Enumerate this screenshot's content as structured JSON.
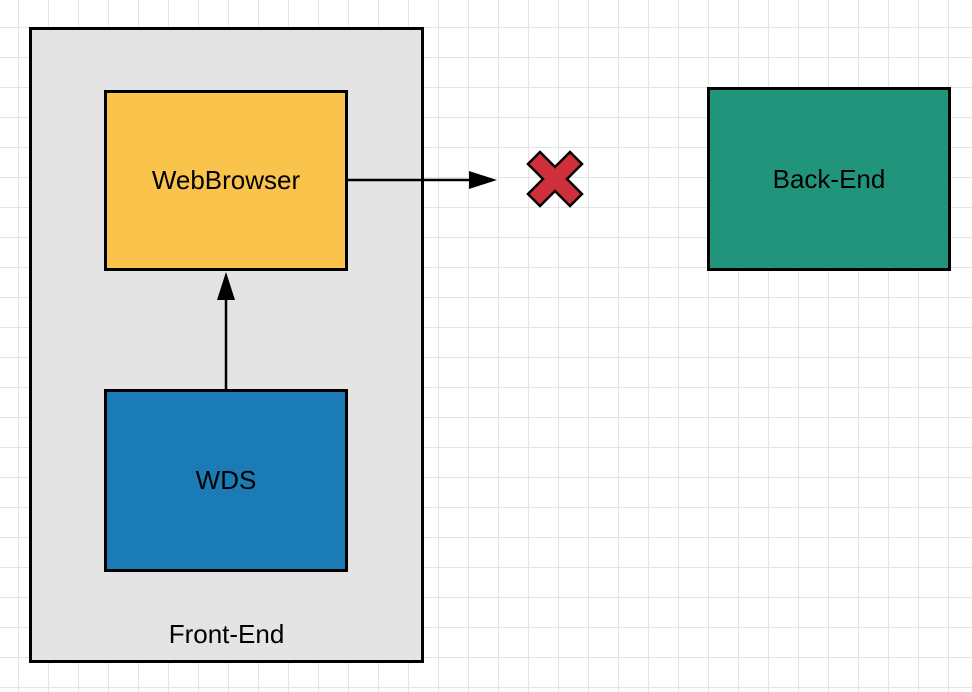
{
  "diagram": {
    "frontend": {
      "label": "Front-End",
      "fill": "#e4e4e4"
    },
    "webbrowser": {
      "label": "WebBrowser",
      "fill": "#fac44c"
    },
    "wds": {
      "label": "WDS",
      "fill": "#1a7bb7"
    },
    "backend": {
      "label": "Back-End",
      "fill": "#21957b"
    },
    "blocked_icon": {
      "icon": "x-mark-icon",
      "fill": "#d0303c"
    },
    "connectors": [
      {
        "from": "WDS",
        "to": "WebBrowser"
      },
      {
        "from": "WebBrowser",
        "to": "blocked"
      }
    ]
  }
}
